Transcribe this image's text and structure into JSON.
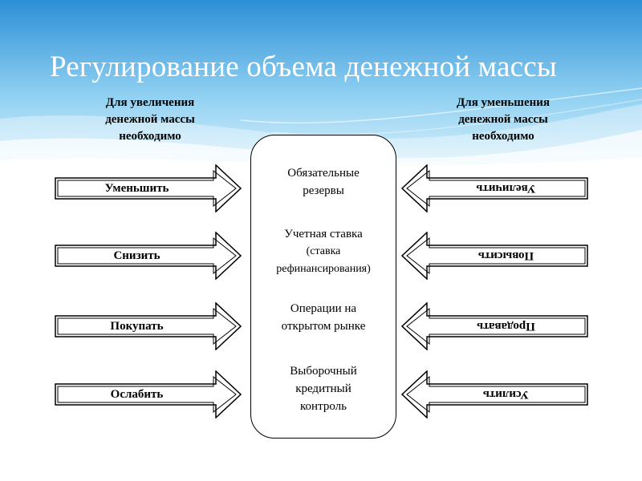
{
  "title": "Регулирование объема денежной массы",
  "left_heading": [
    "Для увеличения",
    "денежной массы",
    "необходимо"
  ],
  "right_heading": [
    "Для уменьшения",
    "денежной массы",
    "необходимо"
  ],
  "instruments": [
    {
      "lines": [
        "Обязательные",
        "резервы"
      ]
    },
    {
      "lines": [
        "Учетная ставка",
        "(ставка",
        "рефинансирования)"
      ]
    },
    {
      "lines": [
        "Операции на",
        "открытом рынке"
      ]
    },
    {
      "lines": [
        "Выборочный",
        "кредитный",
        "контроль"
      ]
    }
  ],
  "increase_actions": [
    "Уменьшить",
    "Снизить",
    "Покупать",
    "Ослабить"
  ],
  "decrease_actions": [
    "Увеличить",
    "Повысить",
    "Продавать",
    "Усилить"
  ],
  "colors": {
    "sky_top": "#2c8fd6",
    "sky_mid": "#8fd0f2",
    "title_text": "#ffffff"
  }
}
